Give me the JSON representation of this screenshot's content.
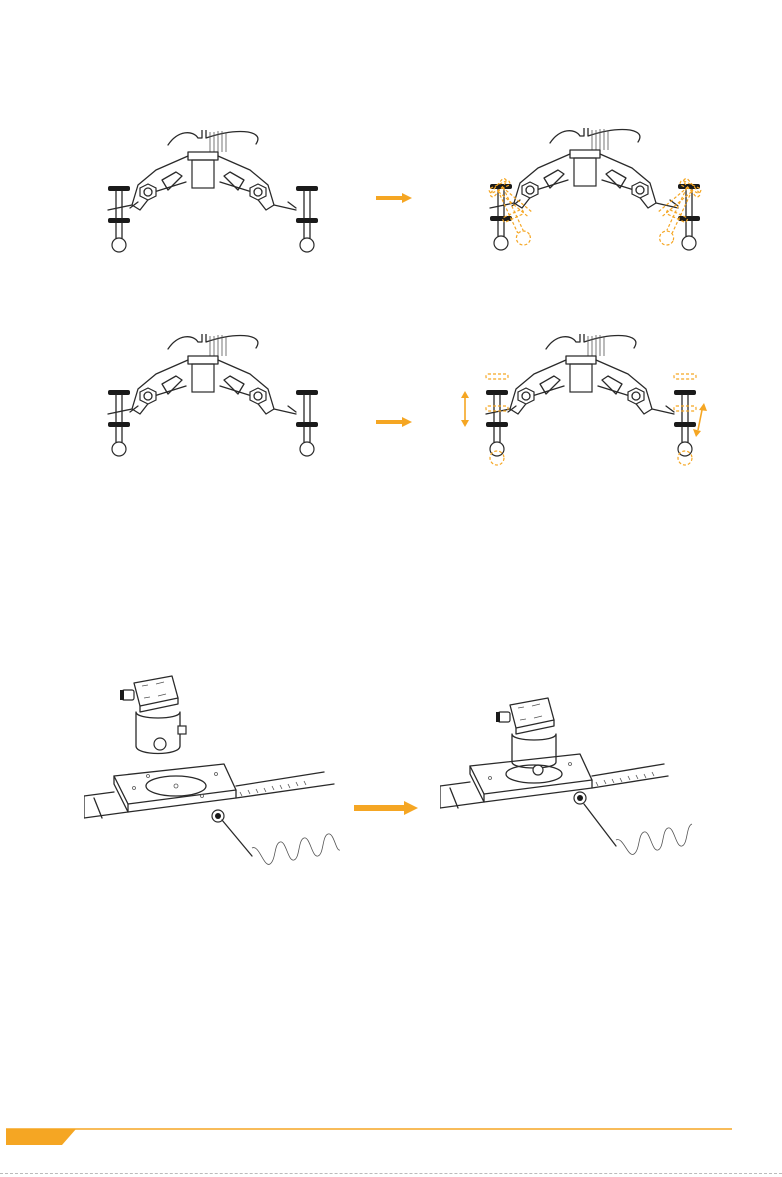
{
  "colors": {
    "accent": "#f5a623",
    "ink": "#2a2a2a",
    "background": "#ffffff"
  },
  "figures": [
    {
      "id": "fig-1",
      "description_icon": "rotate-legs-diagram"
    },
    {
      "id": "fig-2",
      "description_icon": "adjust-leg-height-diagram"
    },
    {
      "id": "fig-3",
      "description_icon": "mount-ball-head-diagram"
    }
  ],
  "icons": {
    "arrow": "right-arrow-icon"
  }
}
